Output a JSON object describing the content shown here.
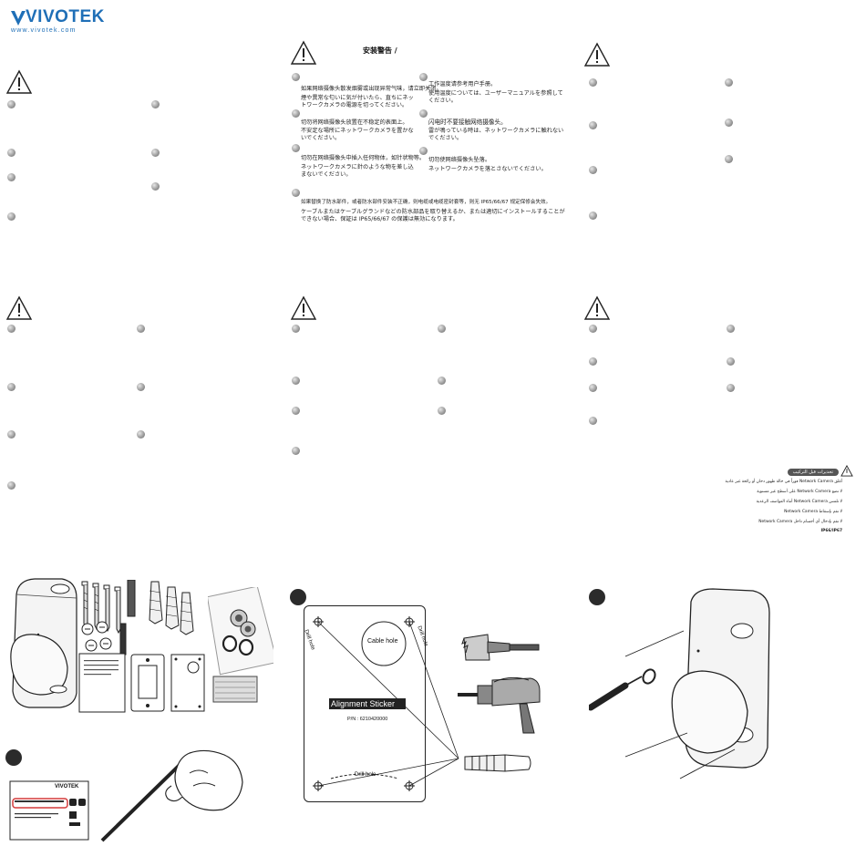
{
  "brand": {
    "name": "VIVOTEK",
    "url": "www.vivotek.com",
    "color": "#1f6fb7"
  },
  "japanese_panel": {
    "title": "安装警告 /",
    "items": [
      {
        "cn": "如果网络摄像头散发烟雾或出现异常气味，请立即关闭。",
        "jp": "煙や異常な匂いに気が付いたら、直ちにネットワークカメラの電源を切ってください。"
      },
      {
        "cn": "切勿将网络摄像头放置在不稳定的表面上。",
        "jp": "不安定な場所にネットワークカメラを置かないでください。"
      },
      {
        "cn": "切勿在网络摄像头中插入任何物体，如针状物等。",
        "jp": "ネットワークカメラに針のような物を差し込まないでください。"
      },
      {
        "cn": "工作温度请参考用户手册。",
        "jp": "使用温度については、ユーザーマニュアルを参照してください。"
      },
      {
        "cn": "闪电时不要接触网络摄像头。",
        "jp": "雷が鳴っている時は、ネットワークカメラに触れないでください。"
      },
      {
        "cn": "切勿使网络摄像头坠落。",
        "jp": "ネットワークカメラを落とさないでください。"
      },
      {
        "cn": "如果替换了防水部件，或者防水部件安装不正确，则电缆或电缆密封套等，则无 IP65/66/67 规定保修会失效。",
        "jp": "ケーブルまたはケーブルグランドなどの防水部品を取り替えるか、または適切にインストールすることができない場合、保証は IP65/66/67 の保護は無効になります。"
      }
    ]
  },
  "arabic_panel": {
    "title": "تحذيرات قبل التركيب",
    "lines": [
      "أغلق Network Camera فوراً في حالة ظهور دخان أو رائحة غير عادية",
      "لا تضع Network Camera على أسطح غير مستوية",
      "لا تلمس Network Camera أثناء العواصف الرعدية",
      "لا تقم بإسقاط Network Camera",
      "لا تقم بإدخال أي أجسام داخل Network Camera",
      "IP66/IP67"
    ]
  },
  "package_contents": {
    "label_vivotek": "VIVOTEK"
  },
  "step2": {
    "sticker_title": "Alignment Sticker",
    "sticker_pn": "P/N : 6210420000",
    "cable_hole": "Cable hole",
    "drill_hole": "Drill hole",
    "drill_hole_left": "Drill hole",
    "drill_hole_right": "Drill hole"
  },
  "colors": {
    "text": "#111111",
    "bullet": "#8a8a8a",
    "badge": "#2b2b2b",
    "label_red": "#d33a3a"
  }
}
